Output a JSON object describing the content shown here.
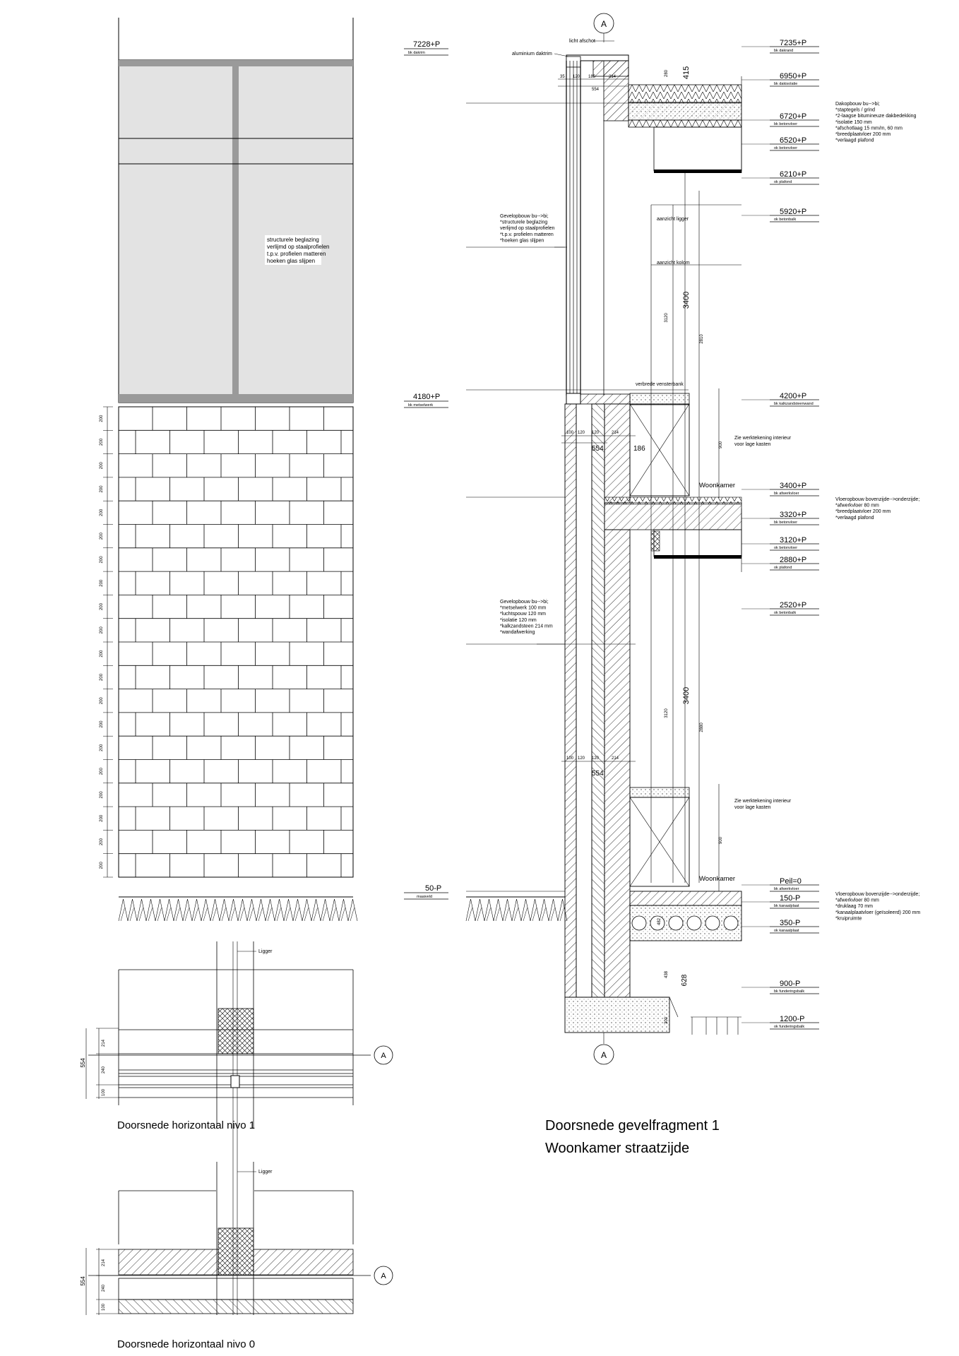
{
  "elevation": {
    "glazing_note": [
      "structurele beglazing",
      "verlijmd op staalprofielen",
      "t.p.v. profielen matteren",
      "hoeken glas slijpen"
    ],
    "brick_course_label": "200",
    "levels": [
      {
        "value": "7228+P",
        "sub": "bk dakrim"
      },
      {
        "value": "4180+P",
        "sub": "bk metselwerk"
      },
      {
        "value": "50-P",
        "sub": "maaiveld"
      }
    ]
  },
  "sections": {
    "nivo1": {
      "caption": "Doorsnede horizontaal nivo 1",
      "dims": [
        "214",
        "240",
        "100"
      ],
      "total": "554",
      "label": "Ligger",
      "marker": "A"
    },
    "nivo0": {
      "caption": "Doorsnede horizontaal nivo 0",
      "dims": [
        "214",
        "240",
        "100"
      ],
      "total": "554",
      "label": "Ligger",
      "marker": "A"
    }
  },
  "facade": {
    "title_line1": "Doorsnede gevelfragment 1",
    "title_line2": "Woonkamer straatzijde",
    "marker_top": "A",
    "marker_bottom": "A",
    "roof_top_labels": {
      "light": "licht afschot",
      "coping": "aluminium daktrim",
      "dims": [
        "35",
        "120",
        "185",
        "214",
        "554",
        "280",
        "415"
      ]
    },
    "levels": [
      {
        "value": "7235+P",
        "sub": "bk dakrand"
      },
      {
        "value": "6950+P",
        "sub": "bk dakisolatie"
      },
      {
        "value": "6720+P",
        "sub": "bk betonvloer"
      },
      {
        "value": "6520+P",
        "sub": "ok betonvloer"
      },
      {
        "value": "6210+P",
        "sub": "ok plafond"
      },
      {
        "value": "5920+P",
        "sub": "ok betonbalk"
      },
      {
        "value": "4200+P",
        "sub": "bk kalkzandsteenwand"
      },
      {
        "value": "3400+P",
        "sub": "bk afwerkvloer"
      },
      {
        "value": "3320+P",
        "sub": "bk betonvloer"
      },
      {
        "value": "3120+P",
        "sub": "ok betonvloer"
      },
      {
        "value": "2880+P",
        "sub": "ok plafond"
      },
      {
        "value": "2520+P",
        "sub": "ok betonbalk"
      },
      {
        "value": "Peil=0",
        "sub": "bk afwerkvloer"
      },
      {
        "value": "150-P",
        "sub": "bk kanaalplaat"
      },
      {
        "value": "350-P",
        "sub": "ok kanaalplaat"
      },
      {
        "value": "900-P",
        "sub": "bk funderingsbalk"
      },
      {
        "value": "1200-P",
        "sub": "ok funderingsbalk"
      }
    ],
    "notes": {
      "dak": [
        "Dakopbouw bu-->bi;",
        "*staptegels / grind",
        "*2-laagse bitumineuze dakbedekking",
        "*isolatie 150 mm",
        "*afschotlaag 15 mm/m, 60 mm",
        "*breedplaatvloer 200 mm",
        "*verlaagd plafond"
      ],
      "gevel_glas": [
        "Gevelopbouw bu-->bi;",
        "*structurele beglazing",
        "verlijmd op staalprofielen",
        "*t.p.v. profielen matteren",
        "*hoeken glas slijpen"
      ],
      "vloer1": [
        "Vloeropbouw bovenzijde-->onderzijde;",
        "*afwerkvloer 80 mm",
        "*breedplaatvloer 200 mm",
        "*verlaagd plafond"
      ],
      "gevel_steen": [
        "Gevelopbouw bu-->bi;",
        "*metselwerk 100 mm",
        "*luchtspouw 120 mm",
        "*isolatie 120 mm",
        "*kalkzandsteen 214 mm",
        "*wandafwerking"
      ],
      "vloer0": [
        "Vloeropbouw bovenzijde-->onderzijde;",
        "*afwerkvloer 80 mm",
        "*druklaag 70 mm",
        "*kanaalplaatvloer (geïsoleerd) 200 mm",
        "*kruipruimte"
      ]
    },
    "annotations": {
      "ligger": "aanzicht ligger",
      "kolom": "aanzicht kolom",
      "sill": "verbrede vensterbank",
      "interior1": [
        "Zie werktekening interieur",
        "voor lage kasten"
      ],
      "interior2": [
        "Zie werktekening interieur",
        "voor lage kasten"
      ],
      "room1": "Woonkamer",
      "room0": "Woonkamer"
    },
    "dims": {
      "storey1": "3400",
      "storey0": "3400",
      "glass_h": "3120",
      "clear1": "2810",
      "clear0": "2880",
      "low1": "900",
      "low0": "900",
      "wall1": [
        "100",
        "120",
        "120",
        "214"
      ],
      "wall1_total": "554",
      "wall1_inner": "186",
      "wall0": [
        "100",
        "120",
        "120",
        "214"
      ],
      "wall0_total": "554",
      "found": [
        "628",
        "438",
        "300"
      ]
    }
  }
}
